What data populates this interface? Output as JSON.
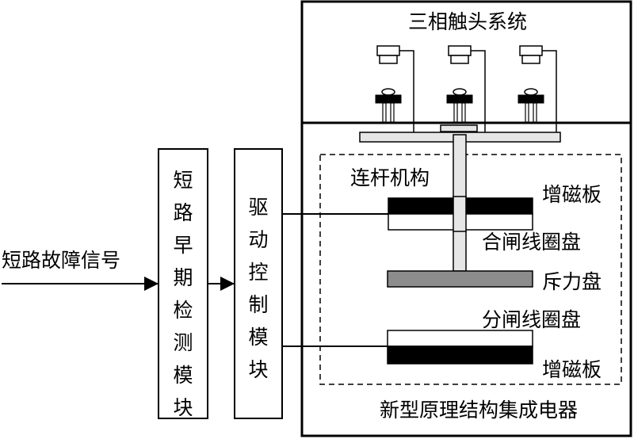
{
  "input_signal": {
    "label": "短路故障信号"
  },
  "detection_module": {
    "label": "短路早期检测模块"
  },
  "drive_module": {
    "label": "驱动控制模块"
  },
  "breaker": {
    "label": "新型原理结构集成电器",
    "contact_system": {
      "label": "三相触头系统",
      "phase_count": 3
    },
    "linkage": {
      "label": "连杆机构"
    },
    "upper_magnet_plate": {
      "label": "增磁板"
    },
    "closing_coil": {
      "label": "合闸线圈盘"
    },
    "repulsion_disc": {
      "label": "斥力盘"
    },
    "opening_coil": {
      "label": "分闸线圈盘"
    },
    "lower_magnet_plate": {
      "label": "增磁板"
    }
  },
  "colors": {
    "line": "#000000",
    "rod_fill": "#e6e6e6",
    "repulsion_disc_fill": "#8c8c8c",
    "magnet_plate_fill": "#000000",
    "coil_fill": "#ffffff"
  }
}
